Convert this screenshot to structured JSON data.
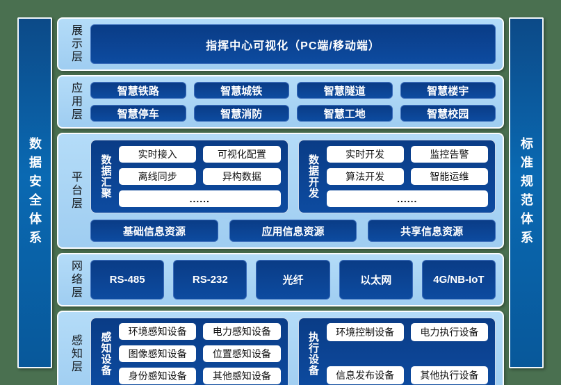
{
  "colors": {
    "page_background": "#4a7050",
    "panel_light_blue": "#a6d3f4",
    "box_dark_blue": "#0b4191",
    "sidebar_blue": "#0a69b2",
    "pill_white": "#ffffff",
    "text_white": "#ffffff",
    "text_dark": "#15191d"
  },
  "left_bar": {
    "label": "数据安全体系"
  },
  "right_bar": {
    "label": "标准规范体系"
  },
  "presentation": {
    "layer_label": "展示层",
    "title": "指挥中心可视化（PC端/移动端）"
  },
  "application": {
    "layer_label": "应用层",
    "items": [
      "智慧铁路",
      "智慧城铁",
      "智慧隧道",
      "智慧楼宇",
      "智慧停车",
      "智慧消防",
      "智慧工地",
      "智慧校园"
    ]
  },
  "platform": {
    "layer_label": "平台层",
    "groups": [
      {
        "label": "数据汇聚",
        "items": [
          "实时接入",
          "可视化配置",
          "离线同步",
          "异构数据"
        ],
        "more": "......"
      },
      {
        "label": "数据开发",
        "items": [
          "实时开发",
          "监控告警",
          "算法开发",
          "智能运维"
        ],
        "more": "......"
      }
    ],
    "resources": [
      "基础信息资源",
      "应用信息资源",
      "共享信息资源"
    ]
  },
  "network": {
    "layer_label": "网络层",
    "items": [
      "RS-485",
      "RS-232",
      "光纤",
      "以太网",
      "4G/NB-IoT"
    ]
  },
  "perception": {
    "layer_label": "感知层",
    "groups": [
      {
        "label": "感知设备",
        "items": [
          "环境感知设备",
          "电力感知设备",
          "图像感知设备",
          "位置感知设备",
          "身份感知设备",
          "其他感知设备"
        ]
      },
      {
        "label": "执行设备",
        "items": [
          "环境控制设备",
          "电力执行设备",
          "信息发布设备",
          "其他执行设备"
        ]
      }
    ]
  }
}
